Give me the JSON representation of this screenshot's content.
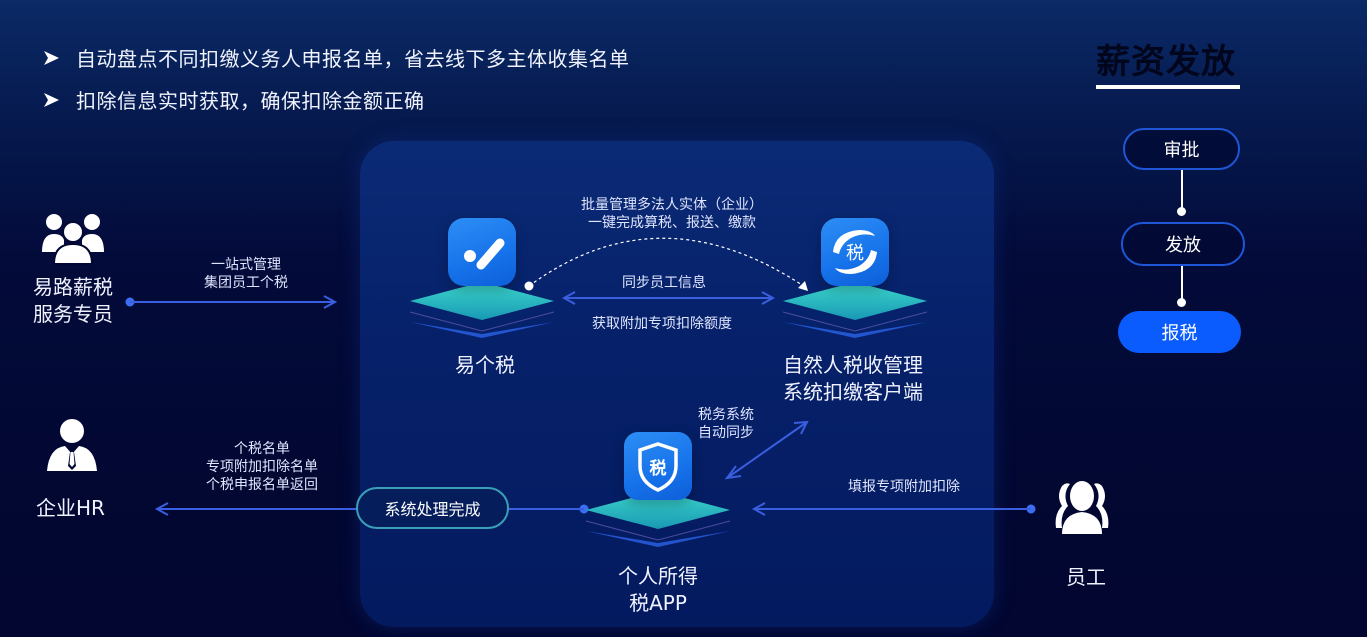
{
  "bullets": [
    {
      "icon": "arrowhead-bullet-icon",
      "text": "自动盘点不同扣缴义务人申报名单，省去线下多主体收集名单"
    },
    {
      "icon": "arrowhead-bullet-icon",
      "text": "扣除信息实时获取，确保扣除金额正确"
    }
  ],
  "side_panel": {
    "title": "薪资发放",
    "steps": [
      {
        "label": "审批",
        "style": "outline"
      },
      {
        "label": "发放",
        "style": "outline"
      },
      {
        "label": "报税",
        "style": "filled"
      }
    ]
  },
  "nodes": {
    "service_staff": {
      "icon": "group-users-icon",
      "line1": "易路薪税",
      "line2": "服务专员"
    },
    "hr": {
      "icon": "business-person-icon",
      "label": "企业HR"
    },
    "employee": {
      "icon": "employees-icon",
      "label": "员工"
    },
    "yigeshui": {
      "icon": "yigeshui-app-icon",
      "label": "易个税"
    },
    "natural_person_system": {
      "icon": "tax-hands-app-icon",
      "line1": "自然人税收管理",
      "line2": "系统扣缴客户端"
    },
    "personal_tax_app": {
      "icon": "tax-shield-app-icon",
      "line1": "个人所得",
      "line2": "税APP",
      "icon_glyph": "税"
    }
  },
  "edges": {
    "staff_to_yigeshui": {
      "line1": "一站式管理",
      "line2": "集团员工个税"
    },
    "dotted_arc": {
      "line1": "批量管理多法人实体（企业）",
      "line2": "一键完成算税、报送、缴款"
    },
    "sync_top": "同步员工信息",
    "sync_bottom": "获取附加专项扣除额度",
    "tax_sync": {
      "line1": "税务系统",
      "line2": "自动同步"
    },
    "employee_to_app": "填报专项附加扣除",
    "app_to_hr": {
      "line1": "个税名单",
      "line2": "专项附加扣除名单",
      "line3": "个税申报名单返回"
    },
    "process_done": "系统处理完成"
  },
  "colors": {
    "accent_blue": "#0a5cff",
    "line_blue": "#3a5ee0",
    "teal": "#2fd3c6",
    "panel": "#06216a",
    "background": "#020833"
  }
}
